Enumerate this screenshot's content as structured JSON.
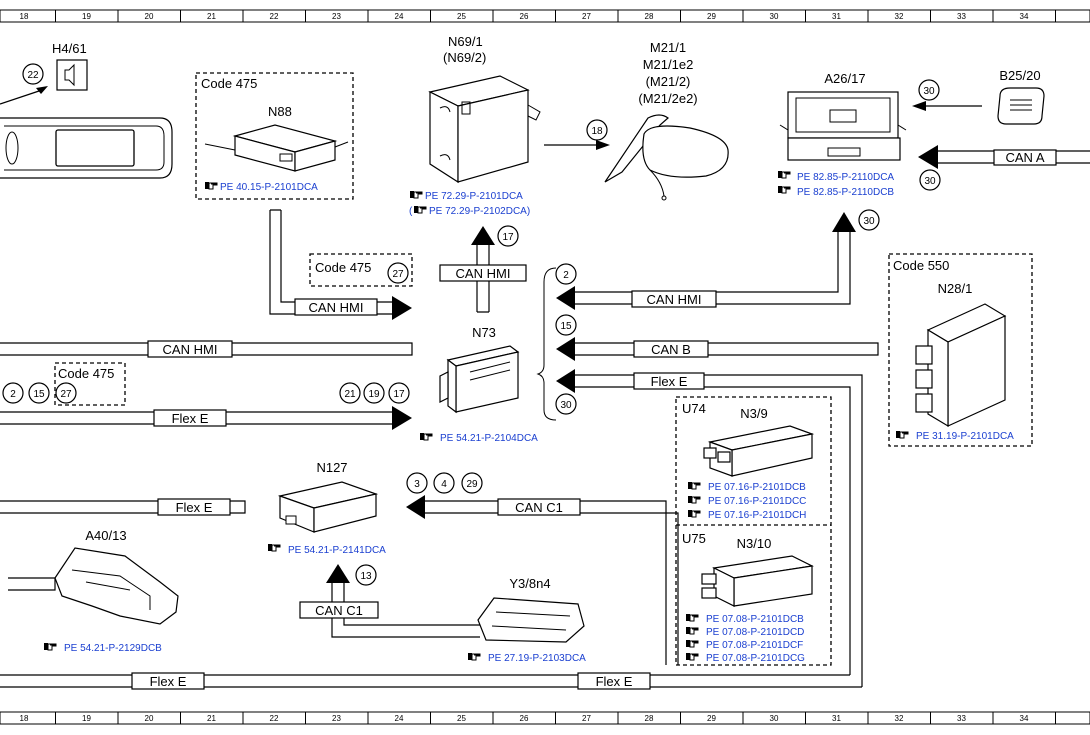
{
  "ruler_numbers": [
    "18",
    "19",
    "20",
    "21",
    "22",
    "23",
    "24",
    "25",
    "26",
    "27",
    "28",
    "29",
    "30",
    "31",
    "32",
    "33",
    "34"
  ],
  "components": {
    "h4_61": {
      "id": "H4/61"
    },
    "n88": {
      "id": "N88",
      "ref": "PE 40.15-P-2101DCA"
    },
    "n69_1": {
      "id": "N69/1",
      "alt": "(N69/2)",
      "refs": [
        "PE 72.29-P-2101DCA",
        "PE 72.29-P-2102DCA)"
      ],
      "ref2_prefix": "("
    },
    "m21_1": {
      "id_lines": [
        "M21/1",
        "M21/1e2",
        "(M21/2)",
        "(M21/2e2)"
      ]
    },
    "a26_17": {
      "id": "A26/17",
      "refs": [
        "PE 82.85-P-2110DCA",
        "PE 82.85-P-2110DCB"
      ]
    },
    "b25_20": {
      "id": "B25/20"
    },
    "n73": {
      "id": "N73",
      "ref": "PE 54.21-P-2104DCA"
    },
    "n28_1": {
      "id": "N28/1",
      "ref": "PE 31.19-P-2101DCA"
    },
    "n3_9": {
      "id": "N3/9",
      "refs": [
        "PE 07.16-P-2101DCB",
        "PE 07.16-P-2101DCC",
        "PE 07.16-P-2101DCH"
      ]
    },
    "n3_10": {
      "id": "N3/10",
      "refs": [
        "PE 07.08-P-2101DCB",
        "PE 07.08-P-2101DCD",
        "PE 07.08-P-2101DCF",
        "PE 07.08-P-2101DCG"
      ]
    },
    "n127": {
      "id": "N127",
      "ref": "PE 54.21-P-2141DCA"
    },
    "a40_13": {
      "id": "A40/13",
      "ref": "PE 54.21-P-2129DCB"
    },
    "y3_8n4": {
      "id": "Y3/8n4",
      "ref": "PE 27.19-P-2103DCA"
    }
  },
  "groups": {
    "code475_n88": "Code 475",
    "code475_mid": "Code 475",
    "code475_left": "Code 475",
    "code550": "Code 550",
    "u74": "U74",
    "u75": "U75"
  },
  "buses": {
    "can_a": "CAN A",
    "can_hmi_top": "CAN HMI",
    "can_hmi_n88": "CAN HMI",
    "can_hmi_right": "CAN HMI",
    "can_hmi_left": "CAN HMI",
    "can_b": "CAN B",
    "flex_e_right": "Flex E",
    "flex_e_left": "Flex E",
    "flex_e_mid": "Flex E",
    "can_c1": "CAN C1",
    "can_c1_bottom": "CAN C1",
    "flex_e_bottom_left": "Flex E",
    "flex_e_bottom_right": "Flex E"
  },
  "callouts": {
    "c22": "22",
    "c18": "18",
    "c30_b25": "30",
    "c30_can_a": "30",
    "c30_a26": "30",
    "c17_n69": "17",
    "c27_mid": "27",
    "c2_right": "2",
    "c15_right": "15",
    "c30_right": "30",
    "c2_left": "2",
    "c15_left": "15",
    "c27_left": "27",
    "c21": "21",
    "c19": "19",
    "c17_left": "17",
    "c3": "3",
    "c4": "4",
    "c29": "29",
    "c13": "13"
  }
}
